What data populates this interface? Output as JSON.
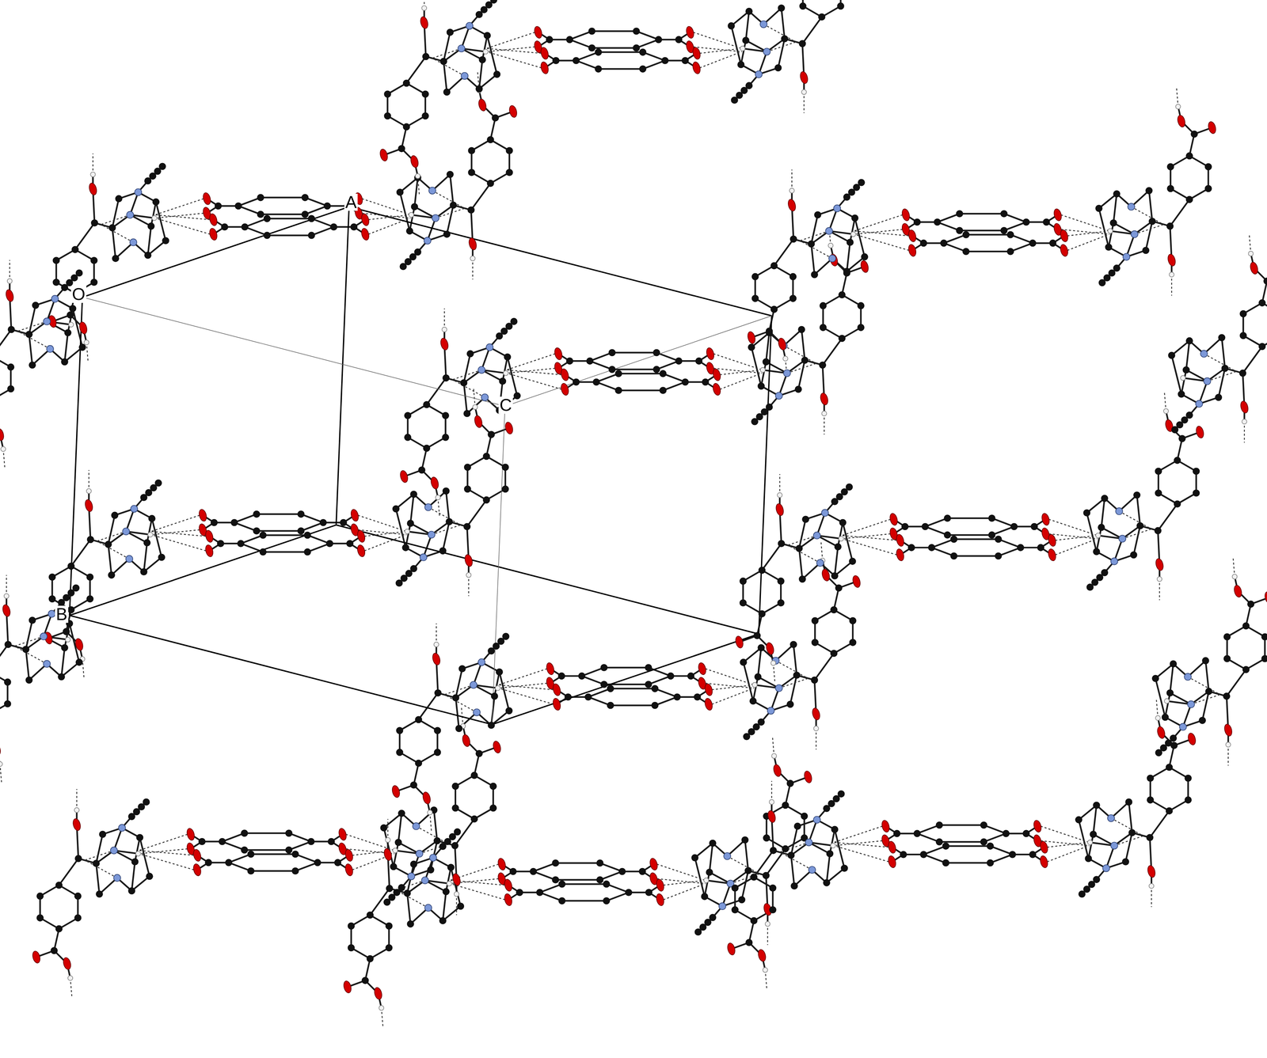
{
  "diagram": {
    "labels": [
      "O",
      "A",
      "B",
      "C"
    ]
  }
}
